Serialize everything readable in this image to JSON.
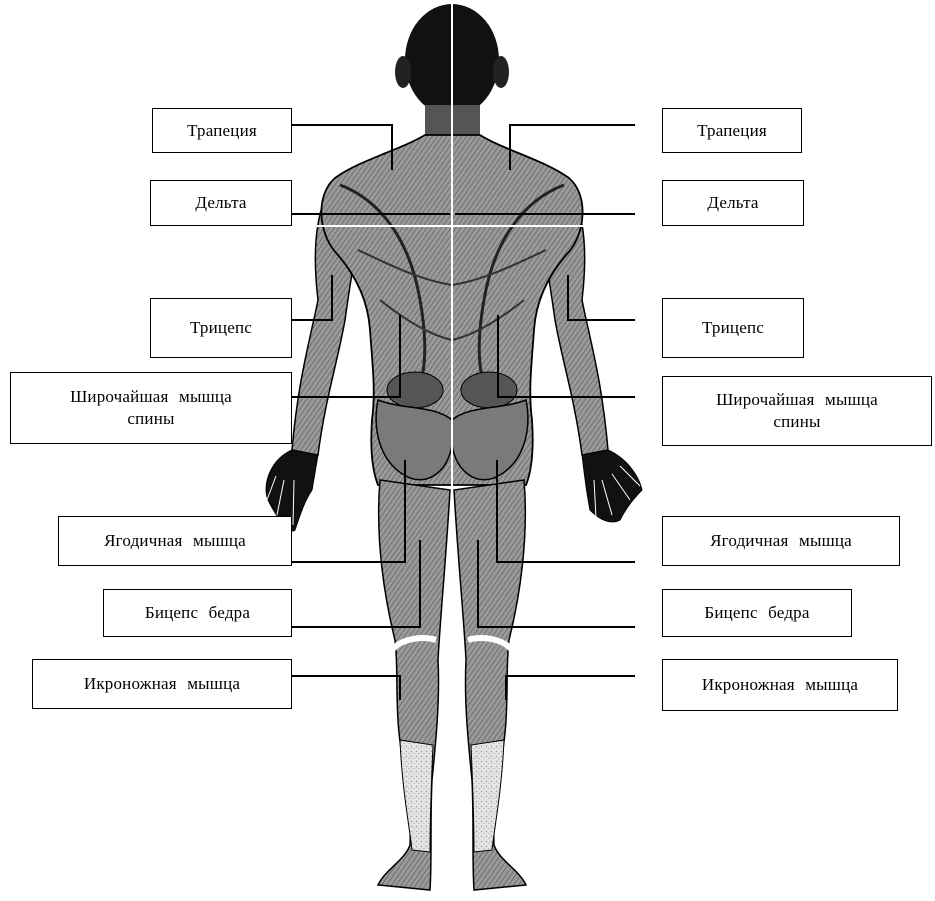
{
  "labels": {
    "left": {
      "trapezius": "Трапеция",
      "deltoid": "Дельта",
      "triceps": "Трицепс",
      "lats_line1": "Широчайшая мышца",
      "lats_line2": "спины",
      "gluteus": "Ягодичная мышца",
      "hamstring": "Бицепс бедра",
      "calf": "Икроножная мышца"
    },
    "right": {
      "trapezius": "Трапеция",
      "deltoid": "Дельта",
      "triceps": "Трицепс",
      "lats_line1": "Широчайшая мышца",
      "lats_line2": "спины",
      "gluteus": "Ягодичная мышца",
      "hamstring": "Бицепс бедра",
      "calf": "Икроножная мышца"
    }
  },
  "colors": {
    "muscle_fill": "#8a8a8a",
    "muscle_dark": "#3a3a3a",
    "head": "#111111",
    "outline": "#000000",
    "tendon": "#f2f2f2"
  }
}
